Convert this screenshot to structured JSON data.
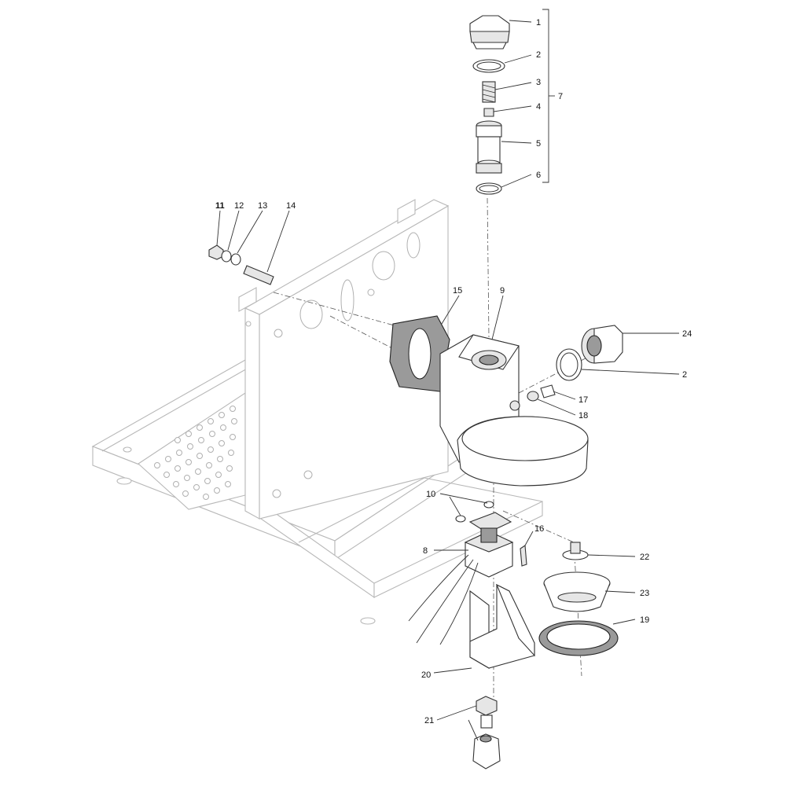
{
  "callouts": [
    {
      "id": "1",
      "text": "1"
    },
    {
      "id": "2",
      "text": "2"
    },
    {
      "id": "3",
      "text": "3"
    },
    {
      "id": "4",
      "text": "4"
    },
    {
      "id": "5",
      "text": "5"
    },
    {
      "id": "6",
      "text": "6"
    },
    {
      "id": "7",
      "text": "7"
    },
    {
      "id": "11",
      "text": "11"
    },
    {
      "id": "12",
      "text": "12"
    },
    {
      "id": "13",
      "text": "13"
    },
    {
      "id": "14",
      "text": "14"
    },
    {
      "id": "15",
      "text": "15"
    },
    {
      "id": "9",
      "text": "9"
    },
    {
      "id": "24",
      "text": "24"
    },
    {
      "id": "2b",
      "text": "2"
    },
    {
      "id": "17",
      "text": "17"
    },
    {
      "id": "18",
      "text": "18"
    },
    {
      "id": "10",
      "text": "10"
    },
    {
      "id": "16",
      "text": "16"
    },
    {
      "id": "8",
      "text": "8"
    },
    {
      "id": "22",
      "text": "22"
    },
    {
      "id": "23",
      "text": "23"
    },
    {
      "id": "19",
      "text": "19"
    },
    {
      "id": "20",
      "text": "20"
    },
    {
      "id": "21",
      "text": "21"
    }
  ]
}
